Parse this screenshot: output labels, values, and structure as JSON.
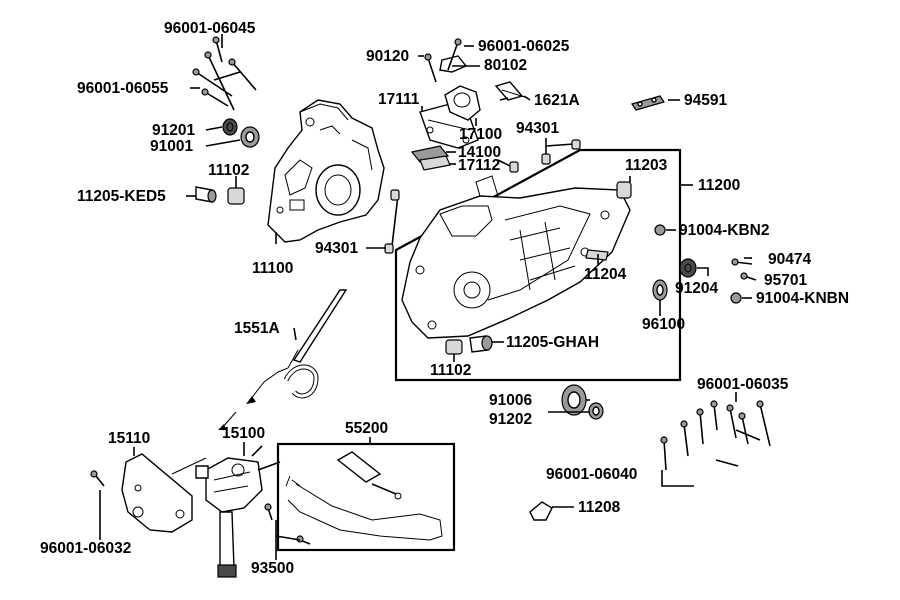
{
  "labels": {
    "l_96001_06045": "96001-06045",
    "l_96001_06055": "96001-06055",
    "l_91201": "91201",
    "l_91001": "91001",
    "l_11102a": "11102",
    "l_11205_ked5": "11205-KED5",
    "l_11100": "11100",
    "l_94301a": "94301",
    "l_90120": "90120",
    "l_96001_06025": "96001-06025",
    "l_80102": "80102",
    "l_17111": "17111",
    "l_1621a": "1621A",
    "l_94591": "94591",
    "l_17100": "17100",
    "l_94301b": "94301",
    "l_14100": "14100",
    "l_17112": "17112",
    "l_11203": "11203",
    "l_11200": "11200",
    "l_91004_kbn2": "91004-KBN2",
    "l_90474": "90474",
    "l_95701": "95701",
    "l_11204": "11204",
    "l_91204": "91204",
    "l_91004_knbn": "91004-KNBN",
    "l_96100": "96100",
    "l_1551a": "1551A",
    "l_11205_ghah": "11205-GHAH",
    "l_11102b": "11102",
    "l_96001_06035": "96001-06035",
    "l_91006": "91006",
    "l_91202": "91202",
    "l_55200": "55200",
    "l_15110": "15110",
    "l_15100": "15100",
    "l_96001_06040": "96001-06040",
    "l_11208": "11208",
    "l_96001_06032": "96001-06032",
    "l_93500": "93500"
  }
}
